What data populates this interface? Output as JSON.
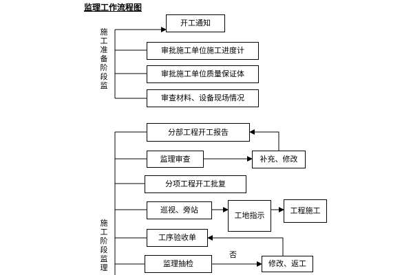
{
  "title": "监理工作流程图",
  "phase_prep_label": "施工准备阶段监",
  "phase_construction_label": "施工阶段监理",
  "boxes": {
    "start_notice": "开工通知",
    "approve_progress_plan": "审批施工单位施工进度计",
    "approve_quality_system": "审批施工单位质量保证体",
    "review_materials": "审查材料、设备现场情况",
    "subproject_report": "分部工程开工报告",
    "supervision_review": "监理审查",
    "supplement_modify": "补充、修改",
    "itemized_approval": "分项工程开工批复",
    "patrol_sidestation": "巡视、旁站",
    "site_instruction": "工地指示",
    "construction": "工程施工",
    "process_acceptance": "工序验收单",
    "supervision_sampling": "监理抽检",
    "modify_rework": "修改、返工"
  },
  "edge_labels": {
    "no": "否"
  }
}
